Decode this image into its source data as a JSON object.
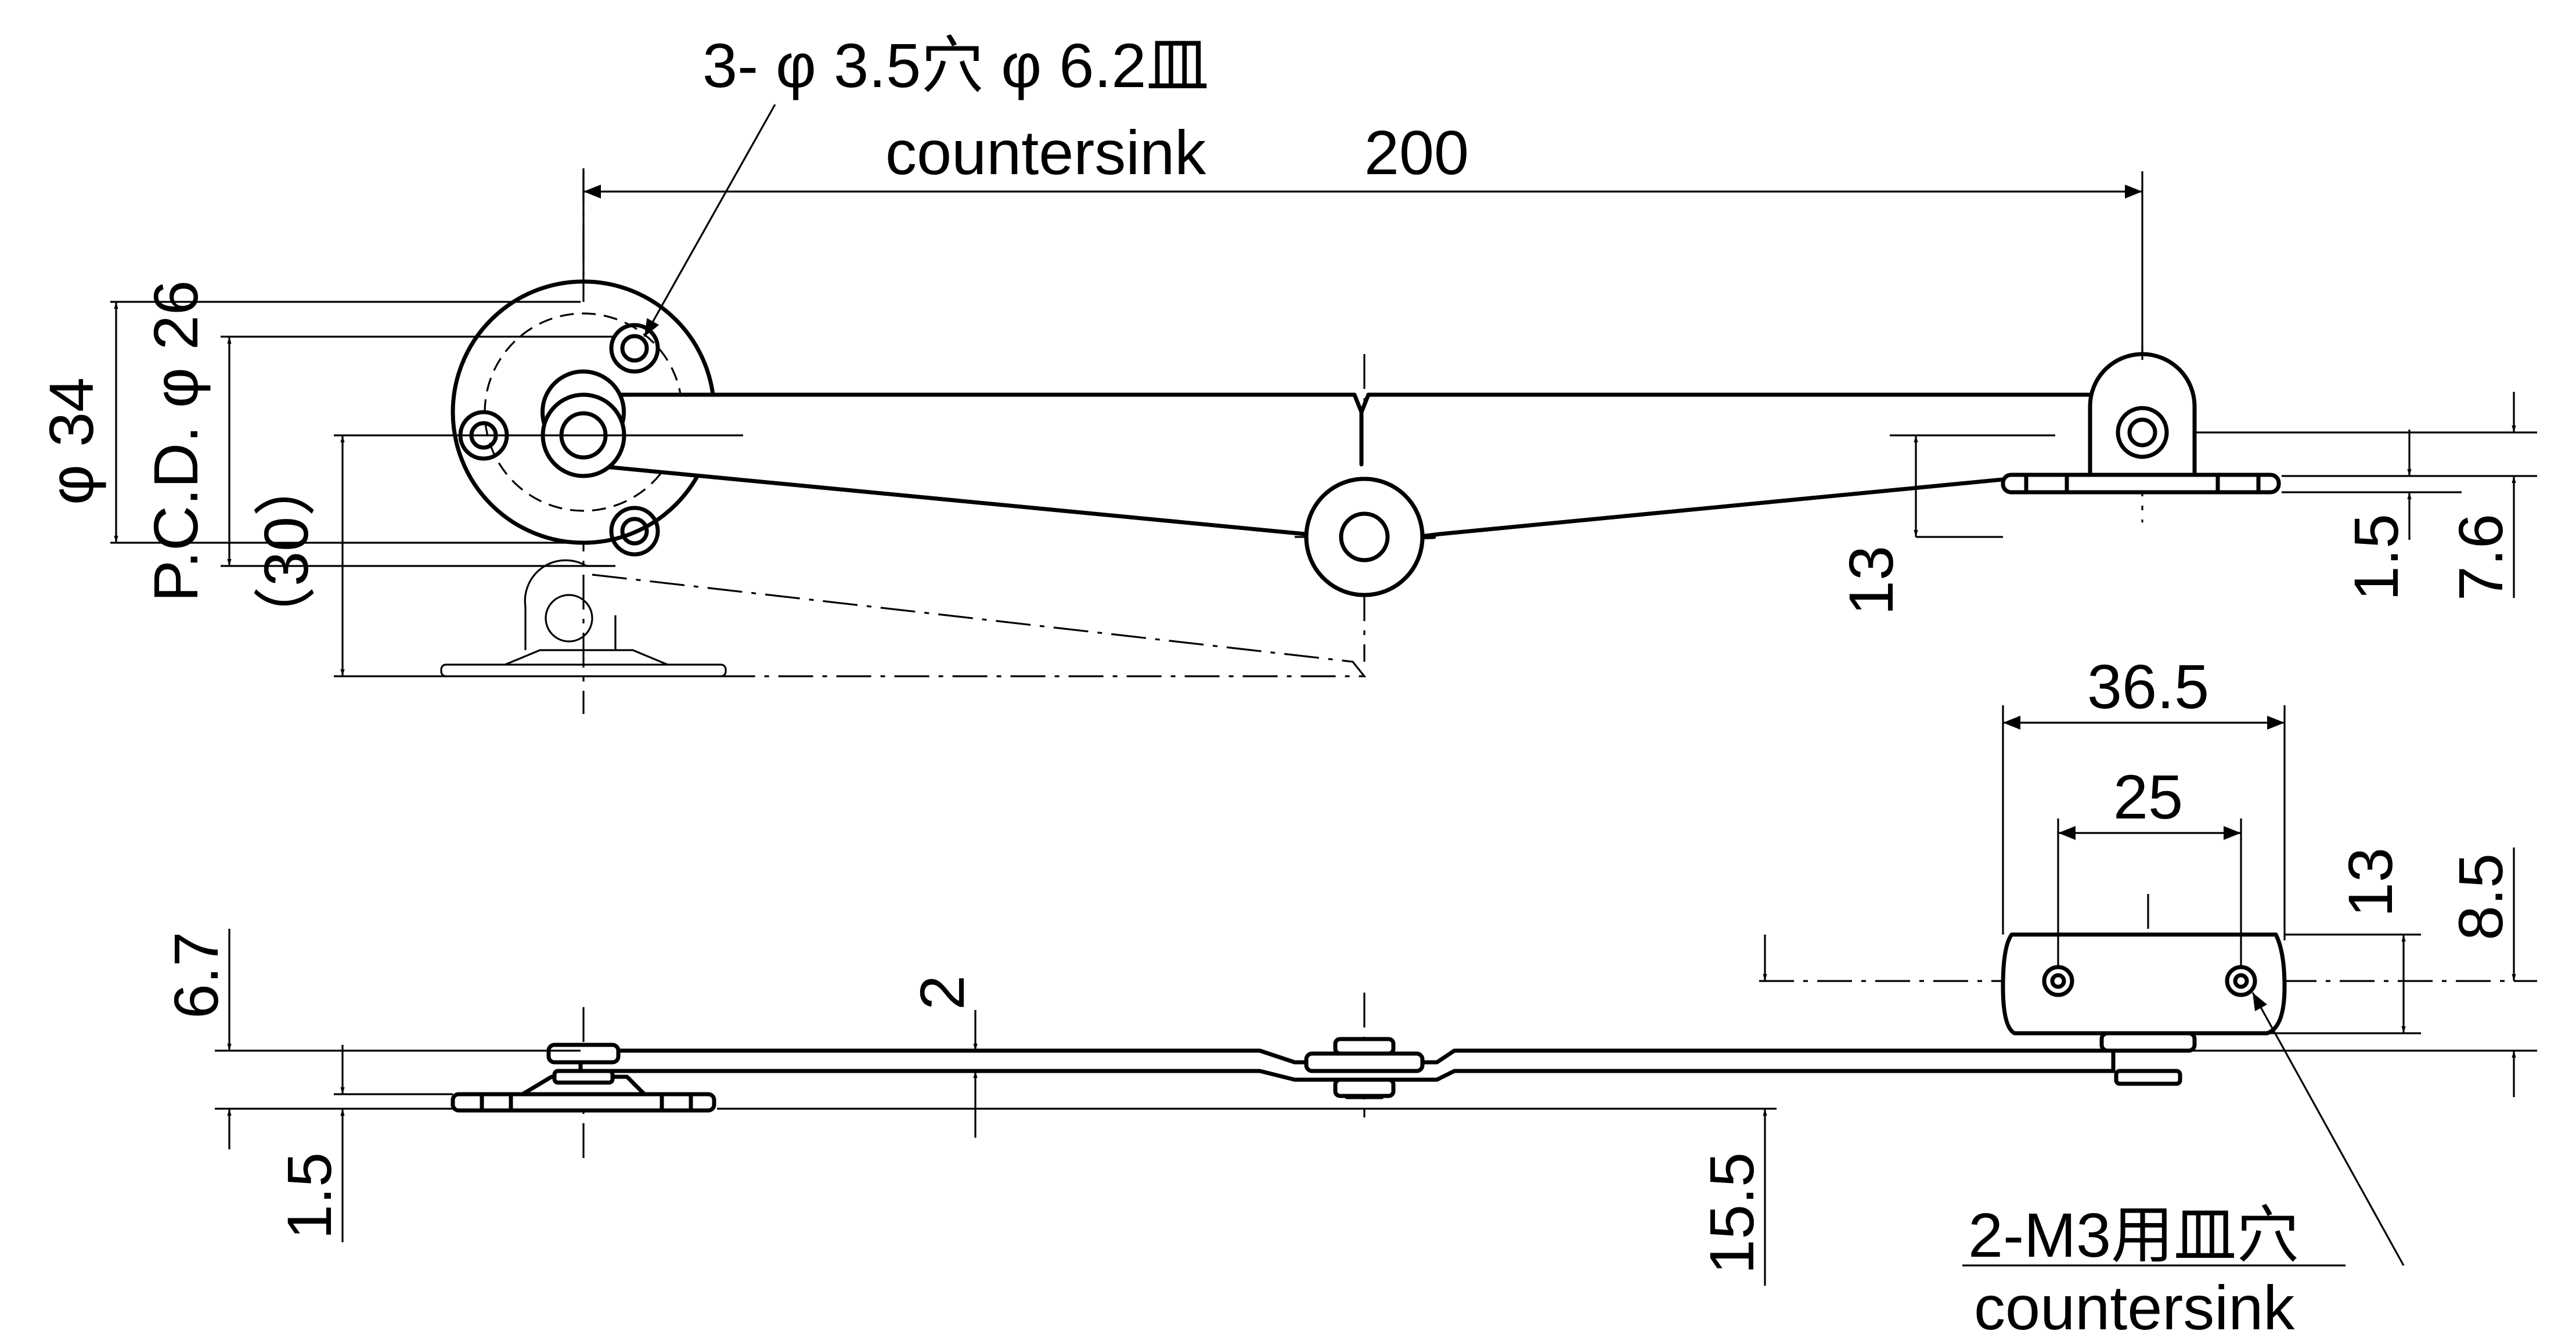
{
  "labels": {
    "hole_spec": "3- φ 3.5穴 φ 6.2皿",
    "hole_spec_en": "countersink",
    "length": "200",
    "dia_34": "φ 34",
    "pcd_26": "P.C.D. φ 26",
    "dim_30": "（30）",
    "dim_13_right": "13",
    "dim_1_5_right": "1.5",
    "dim_7_6": "7.6",
    "dim_36_5": "36.5",
    "dim_25": "25",
    "dim_13_side": "13",
    "dim_8_5": "8.5",
    "dim_6_7": "6.7",
    "dim_1_5_left": "1.5",
    "dim_2": "2",
    "dim_15_5": "15.5",
    "m3_spec": "2-M3用皿穴",
    "m3_spec_en": "countersink"
  }
}
